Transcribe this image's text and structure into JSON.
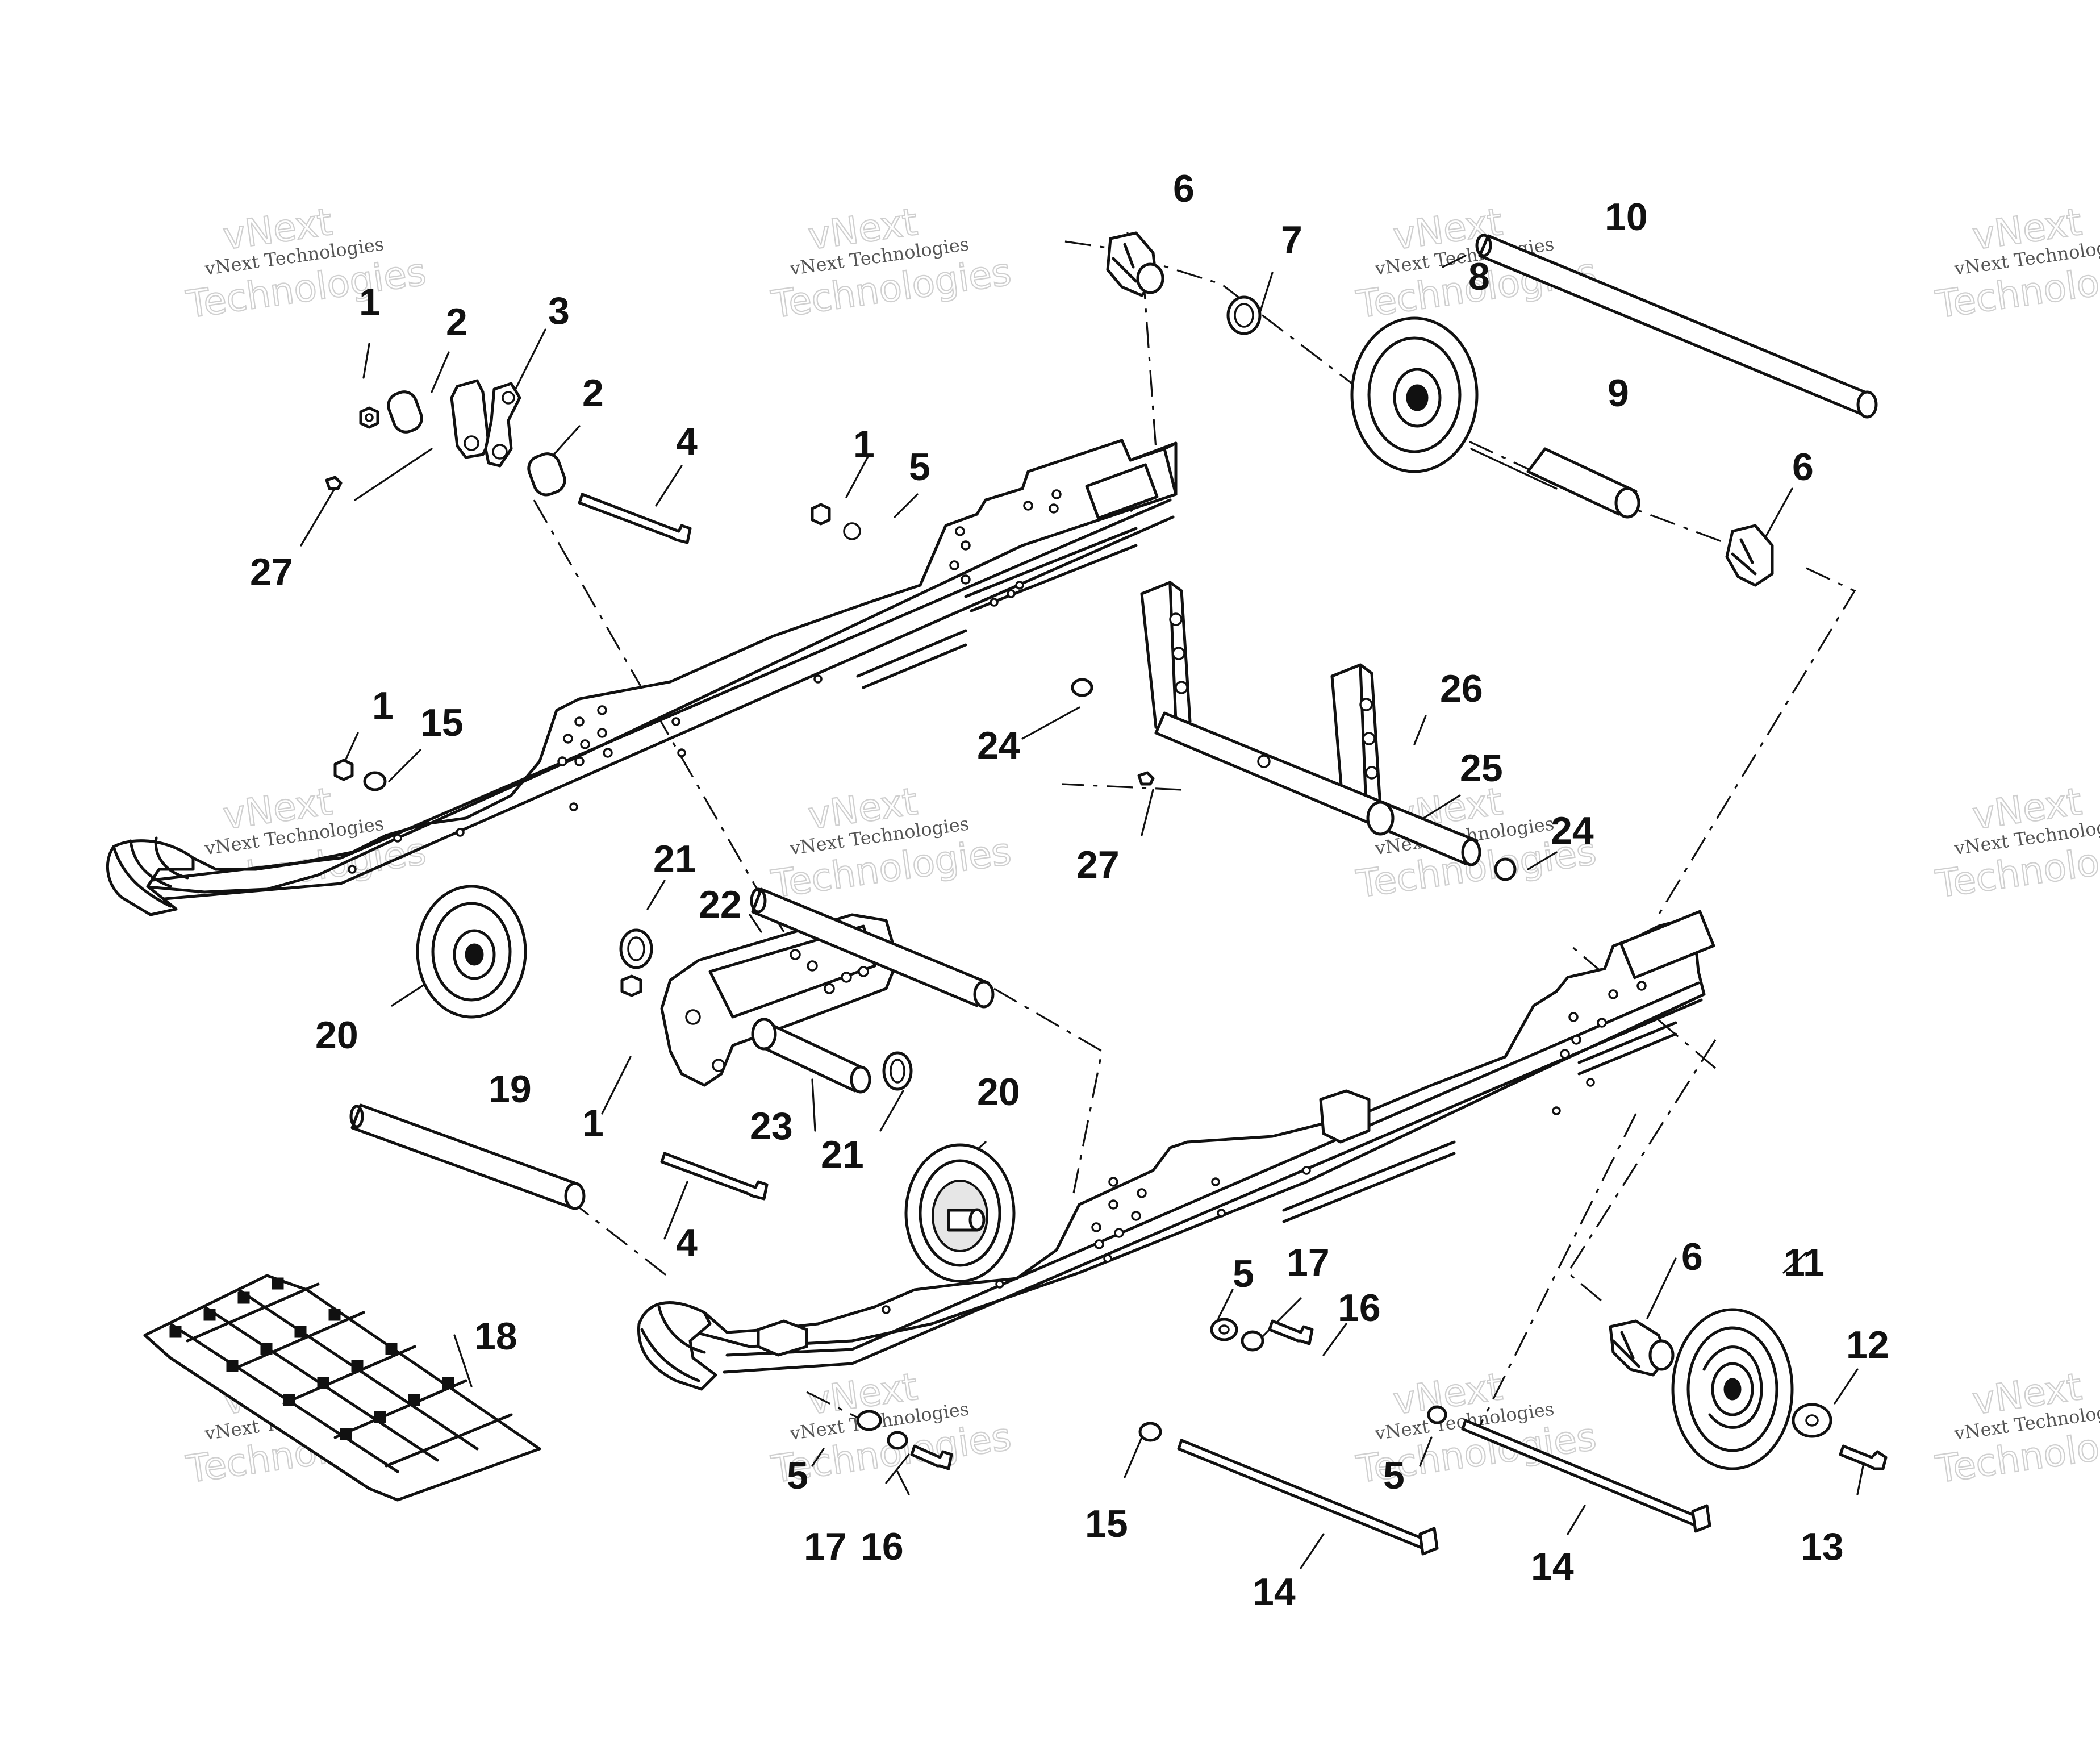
{
  "watermark": {
    "line1": "vNext",
    "line2": "vNext Technologies",
    "line3": "Technologies"
  },
  "callouts": {
    "c1a": "1",
    "c1b": "1",
    "c1c": "1",
    "c1d": "1",
    "c2a": "2",
    "c2b": "2",
    "c3": "3",
    "c4a": "4",
    "c4b": "4",
    "c5a": "5",
    "c5b": "5",
    "c5c": "5",
    "c5d": "5",
    "c6a": "6",
    "c6b": "6",
    "c6c": "6",
    "c7": "7",
    "c8": "8",
    "c9": "9",
    "c10": "10",
    "c11": "11",
    "c12": "12",
    "c13": "13",
    "c14a": "14",
    "c14b": "14",
    "c15a": "15",
    "c15b": "15",
    "c16a": "16",
    "c16b": "16",
    "c17a": "17",
    "c17b": "17",
    "c18": "18",
    "c19": "19",
    "c20a": "20",
    "c20b": "20",
    "c21a": "21",
    "c21b": "21",
    "c22": "22",
    "c23": "23",
    "c24a": "24",
    "c24b": "24",
    "c25": "25",
    "c26": "26",
    "c27a": "27",
    "c27b": "27"
  }
}
